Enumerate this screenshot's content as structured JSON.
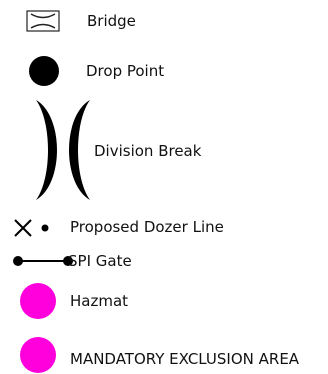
{
  "legend": {
    "items": [
      {
        "symbol": "bridge-icon",
        "label": "Bridge"
      },
      {
        "symbol": "drop-point-icon",
        "label": "Drop Point"
      },
      {
        "symbol": "division-break-icon",
        "label": "Division Break"
      },
      {
        "symbol": "proposed-dozer-line-icon",
        "label": "Proposed Dozer Line"
      },
      {
        "symbol": "spi-gate-icon",
        "label": "SPI Gate"
      },
      {
        "symbol": "hazmat-icon",
        "label": "Hazmat"
      },
      {
        "symbol": "mandatory-exclusion-area-icon",
        "label": "MANDATORY EXCLUSION AREA"
      }
    ]
  },
  "colors": {
    "symbol": "#000000",
    "hazmat": "#ff00dd",
    "exclusion": "#ff00dd",
    "text": "#111111"
  }
}
